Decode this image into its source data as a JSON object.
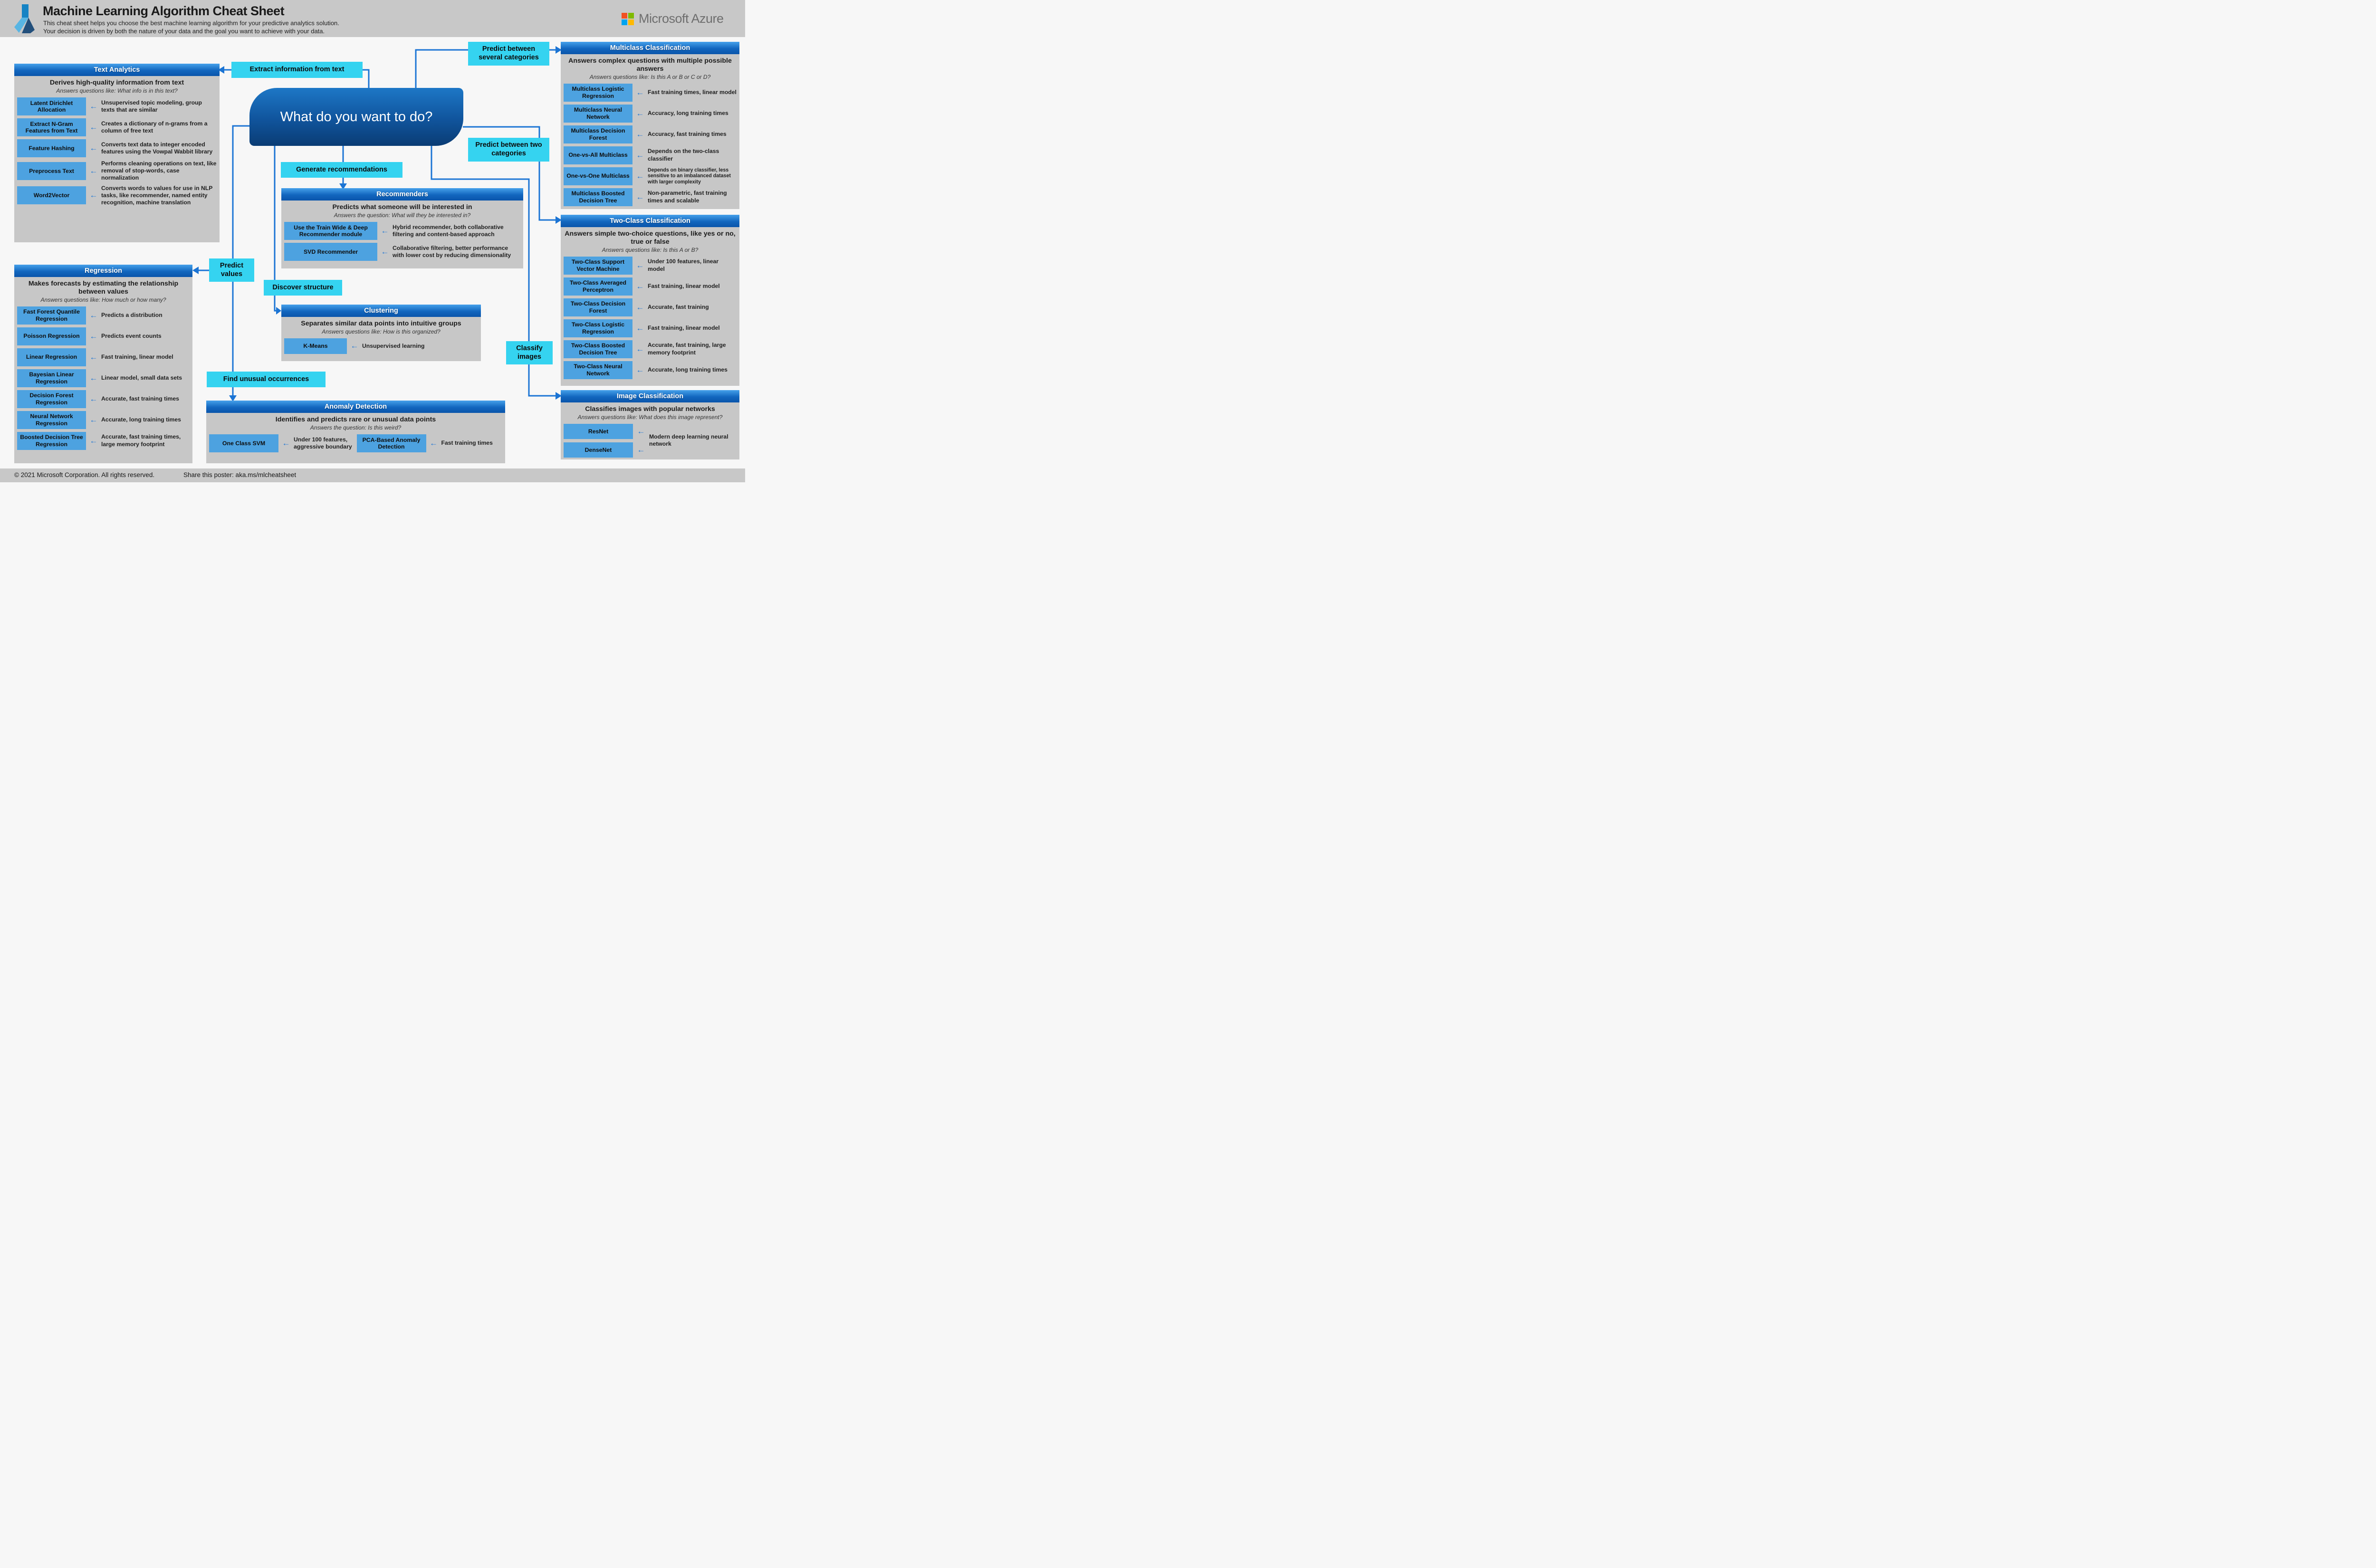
{
  "header": {
    "title": "Machine Learning Algorithm Cheat Sheet",
    "subtitle_line1": "This cheat sheet helps you choose the best machine learning algorithm for your predictive analytics solution.",
    "subtitle_line2": "Your decision is driven by both the nature of your data and the goal you want to achieve with your data.",
    "brand": "Microsoft Azure"
  },
  "center": {
    "question": "What do you want to do?"
  },
  "decision_labels": {
    "extract_text": "Extract information from text",
    "predict_several": "Predict between several categories",
    "predict_two": "Predict between two categories",
    "generate_recommendations": "Generate recommendations",
    "predict_values": "Predict values",
    "discover_structure": "Discover structure",
    "find_unusual": "Find unusual occurrences",
    "classify_images": "Classify images"
  },
  "panels": {
    "text_analytics": {
      "title": "Text Analytics",
      "desc": "Derives high-quality information from text",
      "sub": "Answers questions like: What info is in this text?",
      "items": [
        {
          "name": "Latent Dirichlet Allocation",
          "note": "Unsupervised topic modeling, group texts that are similar"
        },
        {
          "name": "Extract N-Gram Features from Text",
          "note": "Creates a dictionary of n-grams from a column of free text"
        },
        {
          "name": "Feature Hashing",
          "note": "Converts text data to integer encoded features using the Vowpal Wabbit library"
        },
        {
          "name": "Preprocess Text",
          "note": "Performs cleaning operations on text, like removal of stop-words, case normalization"
        },
        {
          "name": "Word2Vector",
          "note": "Converts words to values for use in NLP tasks, like recommender, named entity recognition, machine translation"
        }
      ]
    },
    "regression": {
      "title": "Regression",
      "desc": "Makes forecasts by estimating the relationship between values",
      "sub": "Answers questions like: How much or how many?",
      "items": [
        {
          "name": "Fast Forest Quantile Regression",
          "note": "Predicts a distribution"
        },
        {
          "name": "Poisson Regression",
          "note": "Predicts event counts"
        },
        {
          "name": "Linear Regression",
          "note": "Fast training, linear model"
        },
        {
          "name": "Bayesian Linear Regression",
          "note": "Linear model, small data sets"
        },
        {
          "name": "Decision Forest Regression",
          "note": "Accurate, fast training times"
        },
        {
          "name": "Neural Network Regression",
          "note": "Accurate, long training times"
        },
        {
          "name": "Boosted Decision Tree Regression",
          "note": "Accurate, fast training times, large memory footprint"
        }
      ]
    },
    "recommenders": {
      "title": "Recommenders",
      "desc": "Predicts what someone will be interested in",
      "sub": "Answers the question: What will they be interested in?",
      "items": [
        {
          "name": "Use the Train Wide & Deep Recommender module",
          "note": "Hybrid recommender, both collaborative filtering and content-based approach"
        },
        {
          "name": "SVD Recommender",
          "note": "Collaborative filtering, better performance with lower cost by reducing dimensionality"
        }
      ]
    },
    "clustering": {
      "title": "Clustering",
      "desc": "Separates similar data points into intuitive groups",
      "sub": "Answers questions like: How is this organized?",
      "items": [
        {
          "name": "K-Means",
          "note": "Unsupervised learning"
        }
      ]
    },
    "anomaly": {
      "title": "Anomaly Detection",
      "desc": "Identifies and predicts rare or unusual data points",
      "sub": "Answers the question: Is this weird?",
      "items": [
        {
          "name": "One Class SVM",
          "note": "Under 100 features, aggressive boundary"
        },
        {
          "name": "PCA-Based Anomaly Detection",
          "note": "Fast training times"
        }
      ]
    },
    "multiclass": {
      "title": "Multiclass Classification",
      "desc": "Answers complex questions with multiple possible answers",
      "sub": "Answers questions like: Is this A or B or C or D?",
      "items": [
        {
          "name": "Multiclass Logistic Regression",
          "note": "Fast training times, linear model"
        },
        {
          "name": "Multiclass Neural Network",
          "note": "Accuracy, long training times"
        },
        {
          "name": "Multiclass Decision Forest",
          "note": "Accuracy, fast training times"
        },
        {
          "name": "One-vs-All Multiclass",
          "note": "Depends on the two-class classifier"
        },
        {
          "name": "One-vs-One Multiclass",
          "note": "Depends on binary classifier, less sensitive to an imbalanced dataset with larger complexity"
        },
        {
          "name": "Multiclass Boosted Decision Tree",
          "note": "Non-parametric, fast training times and scalable"
        }
      ]
    },
    "two_class": {
      "title": "Two-Class Classification",
      "desc": "Answers simple two-choice questions, like yes or no, true or false",
      "sub": "Answers questions like: Is this A or B?",
      "items": [
        {
          "name": "Two-Class Support Vector Machine",
          "note": "Under 100 features, linear model"
        },
        {
          "name": "Two-Class Averaged Perceptron",
          "note": "Fast training, linear model"
        },
        {
          "name": "Two-Class Decision Forest",
          "note": "Accurate, fast training"
        },
        {
          "name": "Two-Class Logistic Regression",
          "note": "Fast training, linear model"
        },
        {
          "name": "Two-Class Boosted Decision Tree",
          "note": "Accurate, fast training, large memory footprint"
        },
        {
          "name": "Two-Class Neural Network",
          "note": "Accurate, long training times"
        }
      ]
    },
    "image_class": {
      "title": "Image Classification",
      "desc": "Classifies images with popular networks",
      "sub": "Answers questions like: What does this image represent?",
      "items": [
        {
          "name": "ResNet"
        },
        {
          "name": "DenseNet"
        }
      ],
      "shared_note": "Modern deep learning neural network"
    }
  },
  "footer": {
    "copyright": "© 2021 Microsoft Corporation. All rights reserved.",
    "share": "Share this poster: aka.ms/mlcheatsheet"
  },
  "colors": {
    "accent_blue": "#1b74d4",
    "cyan_label": "#35d3f0",
    "chip_blue": "#4da2e0",
    "panel_gray": "#c7c7c7",
    "band_gray": "#c8c8c8",
    "node_gradient_top": "#1d77c6",
    "node_gradient_bottom": "#0a3c74",
    "ms_red": "#f25022",
    "ms_green": "#7fba00",
    "ms_blue": "#00a4ef",
    "ms_yellow": "#ffb900"
  }
}
